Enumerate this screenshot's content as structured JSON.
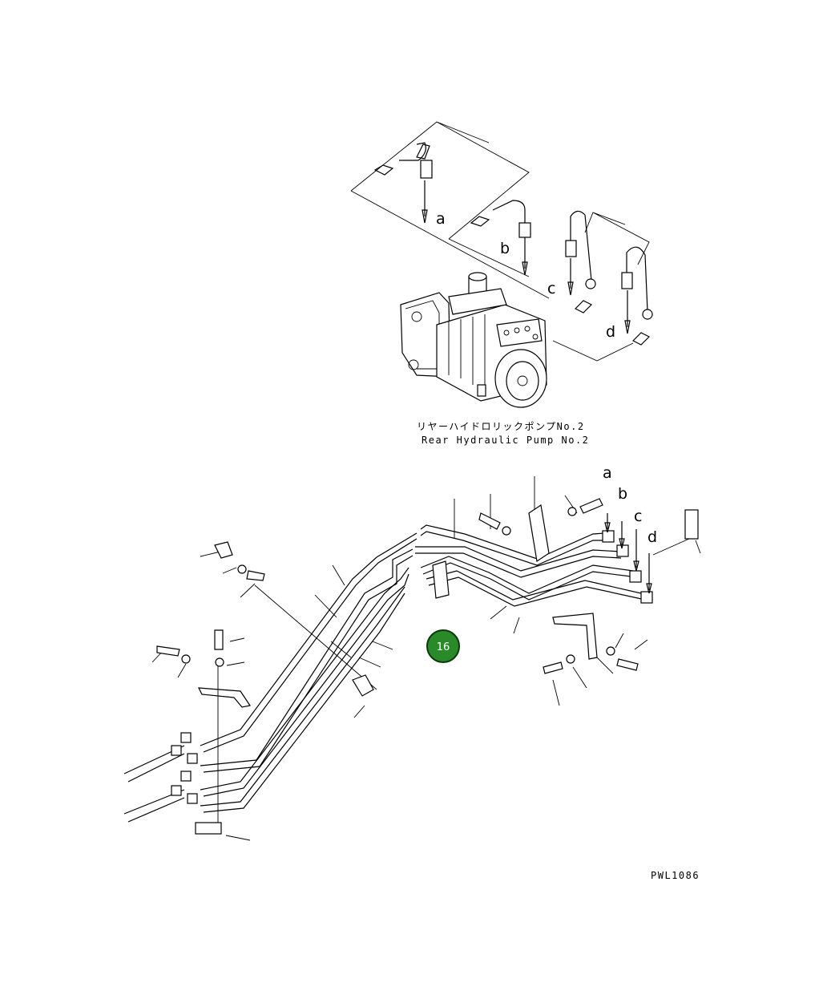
{
  "labels": {
    "top_a": "a",
    "top_b": "b",
    "top_c": "c",
    "top_d": "d",
    "bottom_a": "a",
    "bottom_b": "b",
    "bottom_c": "c",
    "bottom_d": "d"
  },
  "caption": {
    "japanese": "リヤーハイドロリックポンプNo.2",
    "english": "Rear Hydraulic Pump No.2"
  },
  "callout": {
    "number": "16",
    "color": "#2a8a2a",
    "ring_color": "#0a3a0a"
  },
  "drawing_code": "PWL1086"
}
